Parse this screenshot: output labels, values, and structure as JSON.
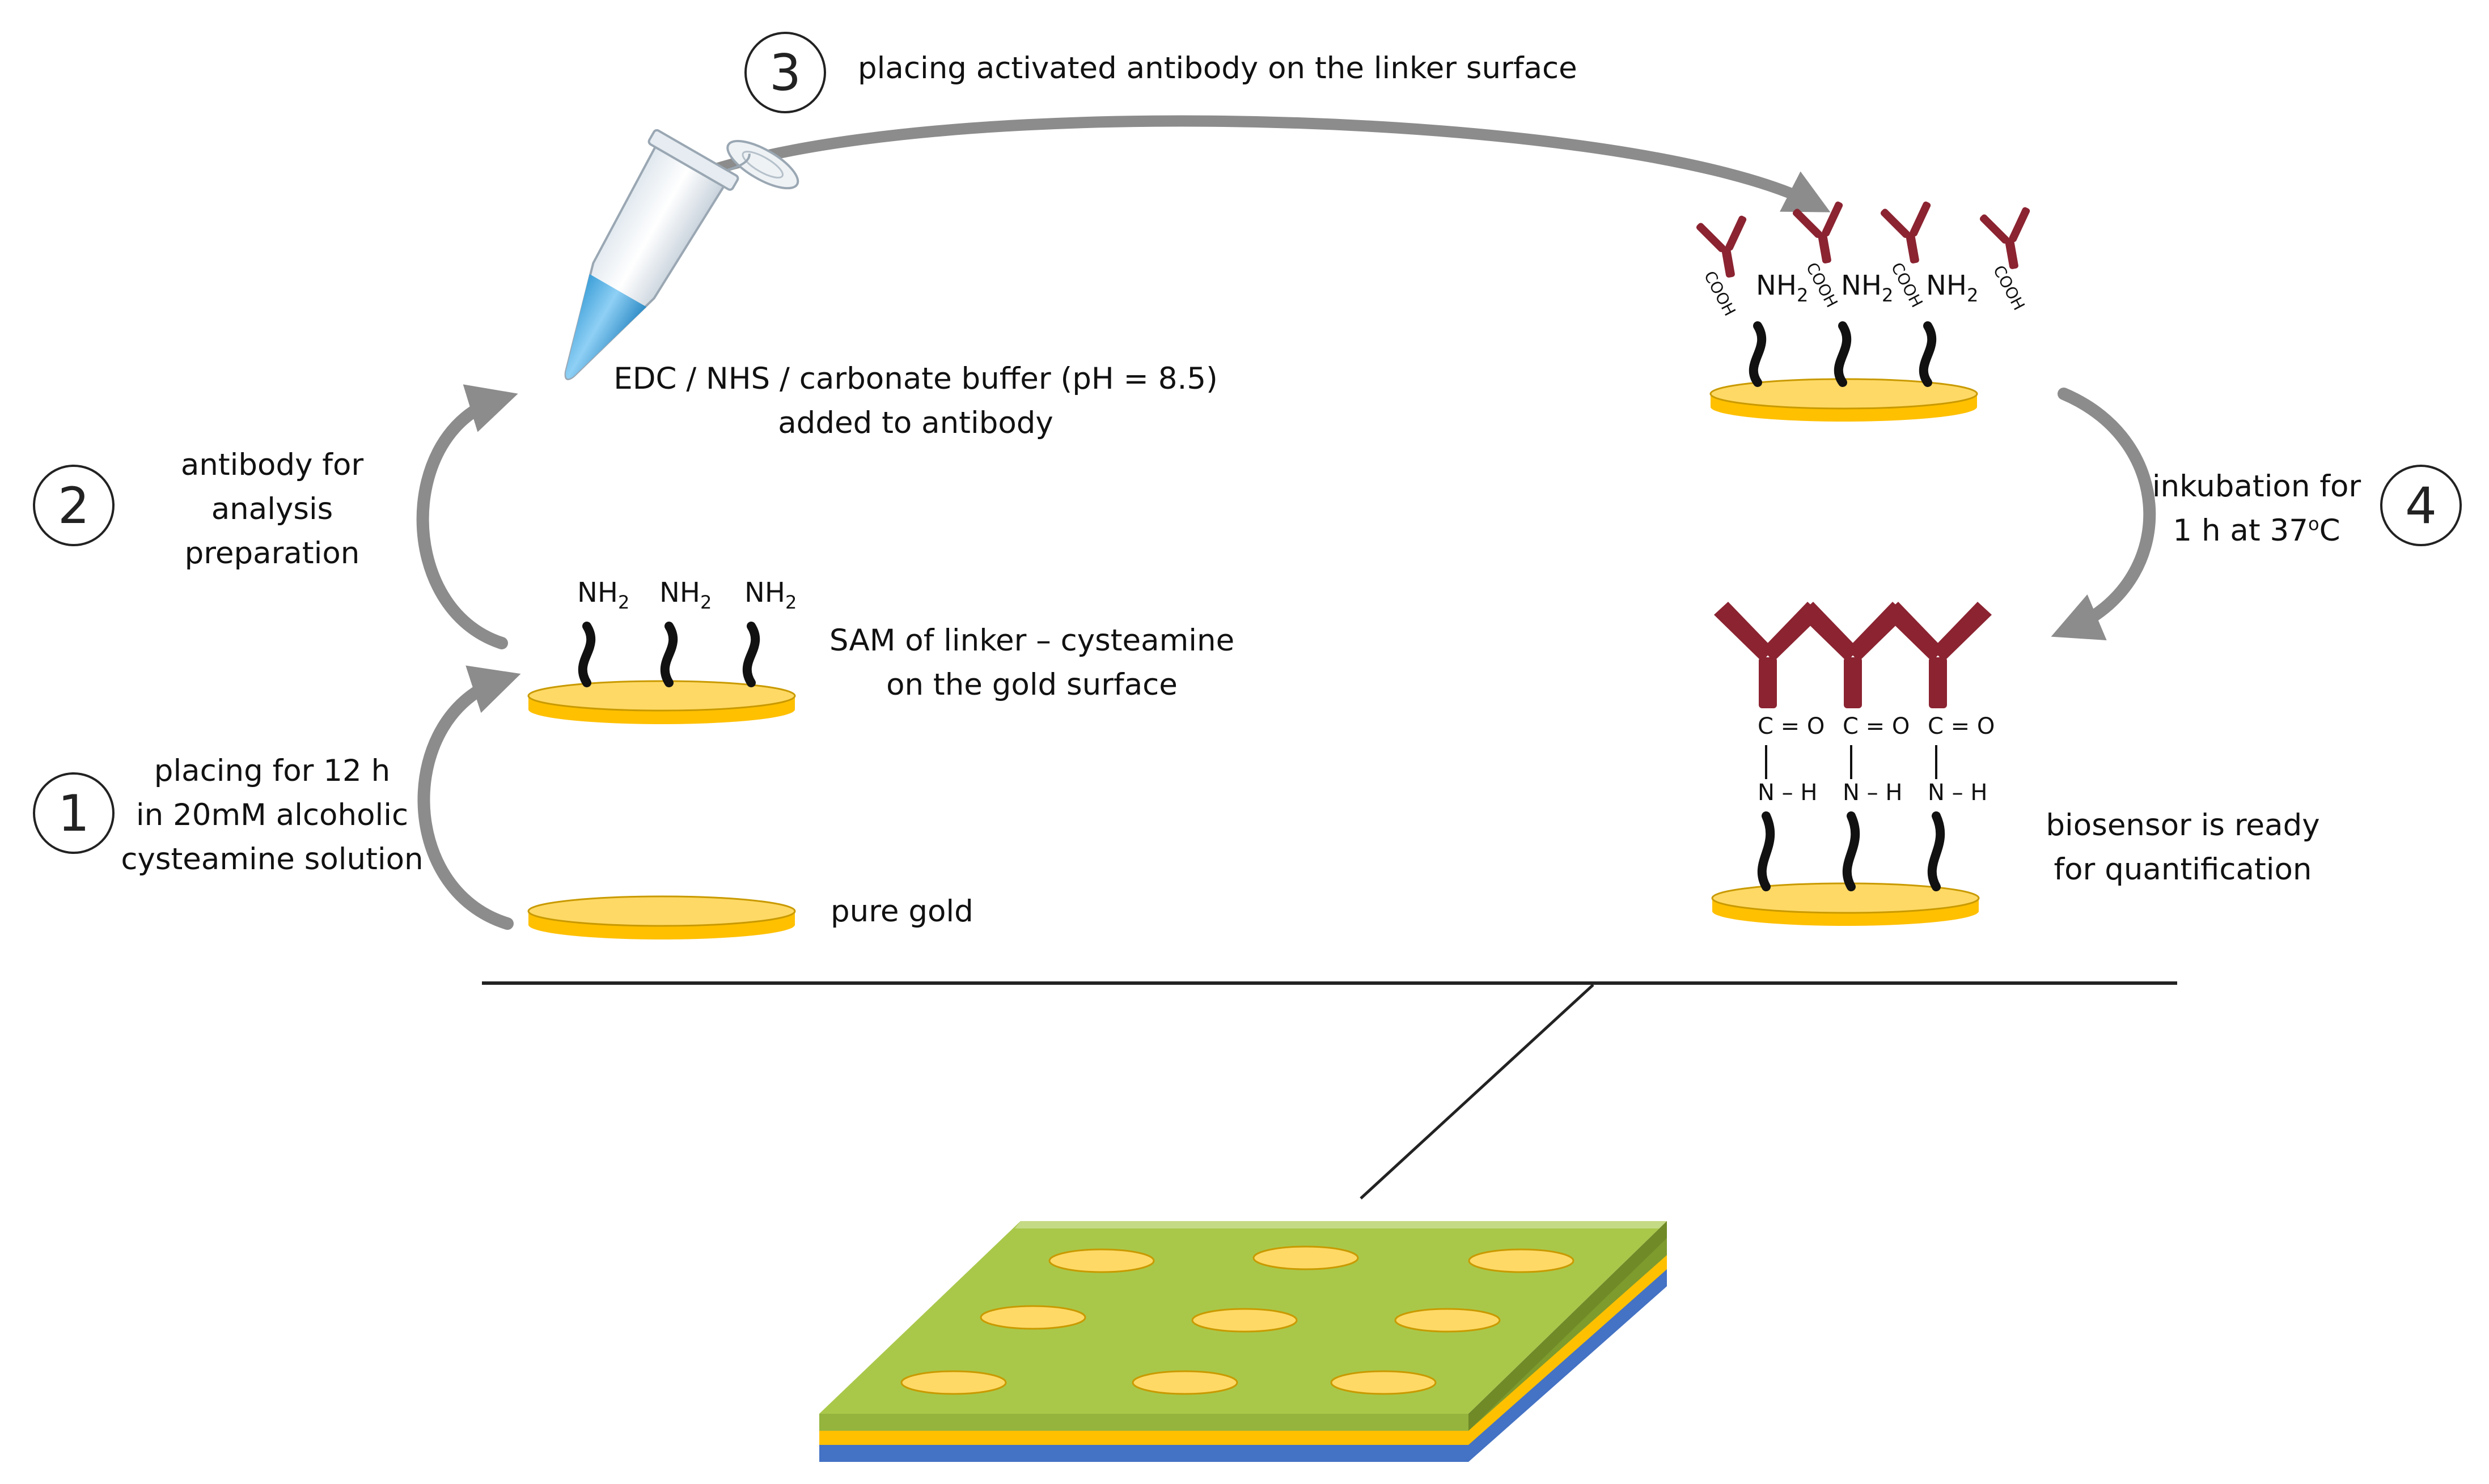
{
  "steps": {
    "s1": {
      "number": "1",
      "lines": [
        "placing for 12 h",
        "in 20mM alcoholic",
        "cysteamine solution"
      ]
    },
    "s2": {
      "number": "2",
      "lines": [
        "antibody for",
        "analysis",
        "preparation"
      ]
    },
    "s3": {
      "number": "3",
      "text": "placing activated antibody on the linker surface"
    },
    "s4": {
      "number": "4",
      "line1": "inkubation for",
      "line2_prefix": "1 h at 37",
      "line2_sup": "o",
      "line2_suffix": "C"
    }
  },
  "labels": {
    "pure_gold": "pure gold",
    "sam_line1": "SAM of linker – cysteamine",
    "sam_line2": "on the gold surface",
    "edc_line1": "EDC / NHS / carbonate buffer (pH = 8.5)",
    "edc_line2": "added to antibody",
    "ready_line1": "biosensor is ready",
    "ready_line2": "for quantification"
  },
  "chem": {
    "nh": "NH",
    "sub2": "2",
    "cooh": "COOH",
    "co": "C = O",
    "nh_bond": "N – H"
  },
  "colors": {
    "gold": "#FFC000",
    "gold_light": "#FFD966",
    "gold_edge": "#C99A00",
    "antibody": "#8B2331",
    "arrow": "#8C8C8C",
    "chip_green": "#A9C84A",
    "chip_green_dark": "#7E9B2E",
    "chip_blue": "#4472C4",
    "tube_blue": "#5BB4E5"
  }
}
